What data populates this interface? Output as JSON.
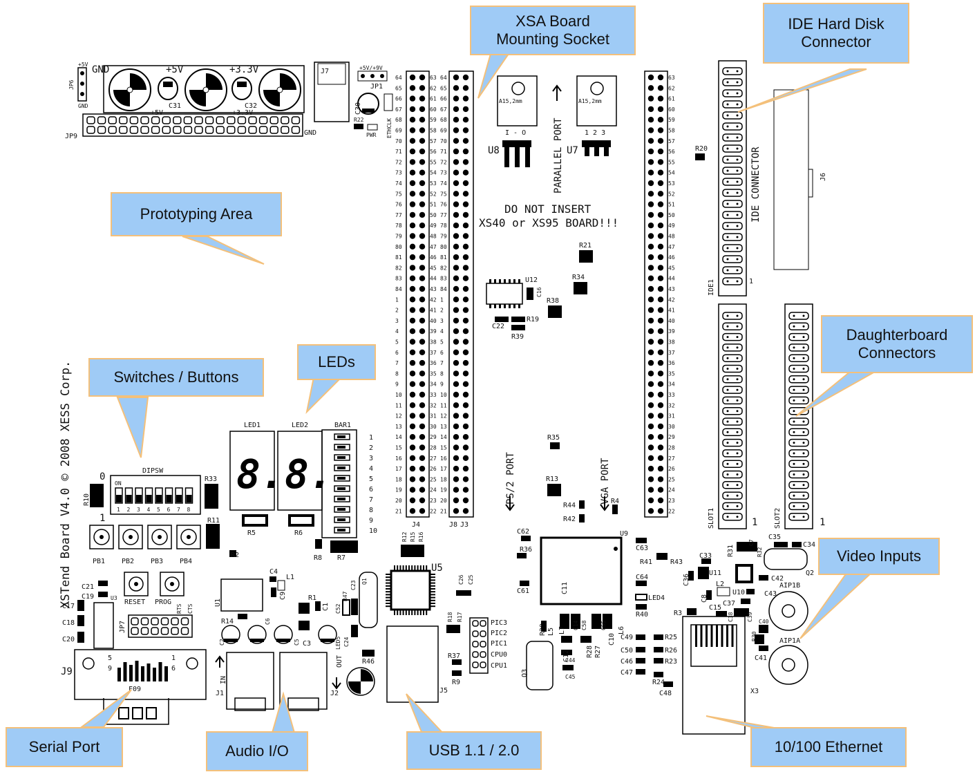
{
  "callouts": {
    "xsa": "XSA Board\nMounting Socket",
    "ide": "IDE Hard Disk\nConnector",
    "proto": "Prototyping Area",
    "leds": "LEDs",
    "switches": "Switches / Buttons",
    "daughter": "Daughterboard\nConnectors",
    "video": "Video Inputs",
    "serial": "Serial Port",
    "audio": "Audio I/O",
    "usb": "USB 1.1 / 2.0",
    "ethernet": "10/100 Ethernet"
  },
  "silkscreen": {
    "board_title": "XSTend Board V4.0 © 2008 XESS Corp.",
    "power_gnd": "GND",
    "power_5v": "+5V",
    "power_33v": "+3.3V",
    "j7": "J7",
    "jp9": "JP9",
    "jp9_gnd": "GND",
    "jp1": "JP1",
    "jp1_label": "+5V/+9V",
    "jp6": "JP6",
    "c30": "C30",
    "c31": "C31",
    "c32": "C32",
    "r22": "R22",
    "pwr": "PWR",
    "ethclk": "ETHCLK",
    "do_not_insert_1": "DO NOT INSERT",
    "do_not_insert_2": "XS40 or XS95 BOARD!!!",
    "parallel_port": "PARALLEL PORT",
    "ps2_port": "PS/2 PORT",
    "vga_port": "VGA PORT",
    "ide_connector": "IDE CONNECTOR",
    "ide1": "IDE1",
    "j6": "J6",
    "slot1": "SLOT1",
    "slot2": "SLOT2",
    "u8": "U8",
    "u7": "U7",
    "u8_marking": "I - O",
    "u7_marking": "1 2 3",
    "heatsink": "A15,2mm",
    "u12": "U12",
    "u9": "U9",
    "u5": "U5",
    "u1": "U1",
    "j4": "J4",
    "j8": "J8",
    "j3": "J3",
    "j9": "J9",
    "f09": "F09",
    "j1": "J1",
    "j2": "J2",
    "j5": "J5",
    "x3": "X3",
    "in": "IN",
    "out": "OUT",
    "dipsw": "DIPSW",
    "on": "ON",
    "zero": "0",
    "one": "1",
    "led1": "LED1",
    "led2": "LED2",
    "bar1": "BAR1",
    "r5": "R5",
    "r6": "R6",
    "r7": "R7",
    "r8": "R8",
    "r10": "R10",
    "r11": "R11",
    "r33": "R33",
    "r2": "R2",
    "pb1": "PB1",
    "pb2": "PB2",
    "pb3": "PB3",
    "pb4": "PB4",
    "reset": "RESET",
    "prog": "PROG",
    "jp7": "JP7",
    "rts": "RTS",
    "cts": "CTS",
    "pic3": "PIC3",
    "pic2": "PIC2",
    "pic1": "PIC1",
    "cpu0": "CPU0",
    "cpu1": "CPU1",
    "aip1a": "AIP1A",
    "aip1b": "AIP1B",
    "led4": "LED4",
    "led5": "LED5",
    "r20": "R20",
    "r21": "R21",
    "r34": "R34",
    "r38": "R38",
    "r19": "R19",
    "r39": "R39",
    "c22": "C22",
    "c16": "C16",
    "r35": "R35",
    "r13": "R13",
    "r44": "R44",
    "r42": "R42",
    "r4": "R4",
    "c62": "C62",
    "r36": "R36",
    "c61": "C61",
    "c11": "C11",
    "c63": "C63",
    "r41": "R41",
    "r43": "R43",
    "c64": "C64",
    "r40": "R40",
    "r3": "R3",
    "q2": "Q2",
    "q3": "Q3",
    "q1": "Q1",
    "l1": "L1",
    "l2": "L2",
    "c4": "C4",
    "c9": "C9",
    "r1": "R1",
    "c1": "C1",
    "r14": "R14",
    "c2": "C2",
    "c6": "C6",
    "c5": "C5",
    "c3": "C3",
    "c52": "C52",
    "r47": "R47",
    "c23": "C23",
    "c24": "C24",
    "r46": "R46",
    "r12": "R12",
    "r15": "R15",
    "r16": "R16",
    "c26": "C26",
    "c25": "C25",
    "r18": "R18",
    "r17": "R17",
    "r37": "R37",
    "r9": "R9",
    "r29": "R29",
    "c21": "C21",
    "c19": "C19",
    "c17": "C17",
    "c18": "C18",
    "c20": "C20",
    "u3": "U3",
    "c49": "C49",
    "c50": "C50",
    "c46": "C46",
    "c47": "C47",
    "r25": "R25",
    "r26": "R26",
    "r23": "R23",
    "r24": "R24",
    "c48": "C48",
    "c33": "C33",
    "c36": "C36",
    "u11": "U11",
    "c8": "C8",
    "c37": "C37",
    "c15": "C15",
    "c38": "C38",
    "c39": "C39",
    "c40": "C40",
    "r30": "R30",
    "c41": "C41",
    "c42": "C42",
    "u10": "U10",
    "c43": "C43",
    "r31": "R31",
    "r32": "R32",
    "c7": "C7",
    "c35": "C35",
    "c34": "C34",
    "l6": "L6",
    "l7": "L7",
    "c10": "C10",
    "c12": "C12",
    "c14": "C14",
    "c44": "C44",
    "c45": "C45",
    "r28": "R28",
    "r27": "R27",
    "c58": "C58",
    "c55": "C55",
    "l5": "L5",
    "j_plus5v": "+5V",
    "j_gnd": "GND",
    "j_plus3v": "+3V"
  }
}
